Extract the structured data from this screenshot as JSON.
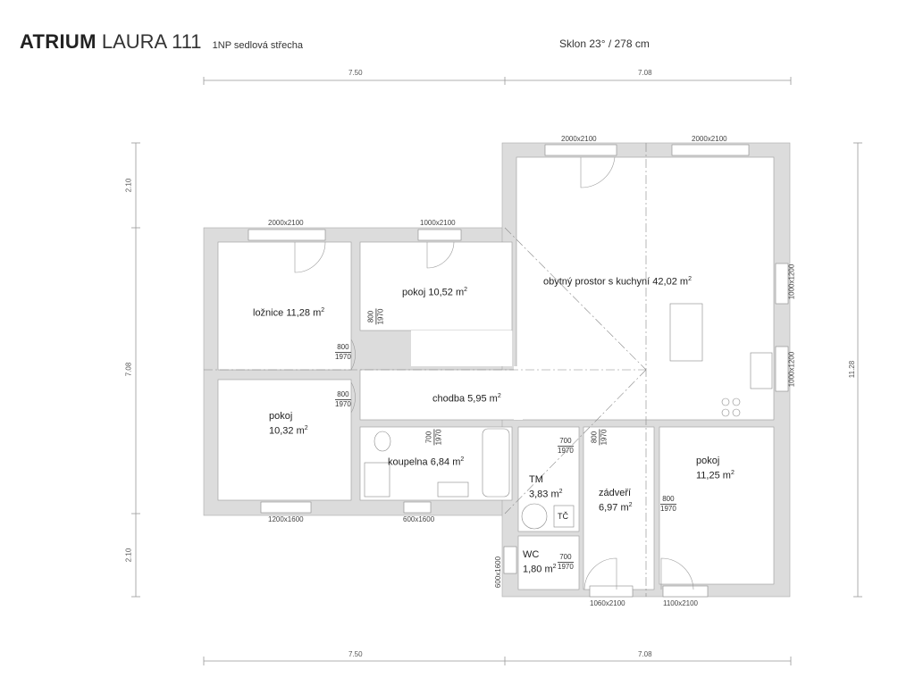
{
  "header": {
    "brand": "ATRIUM",
    "model": "LAURA 111",
    "subtitle": "1NP  sedlová střecha",
    "slope": "Sklon 23° / 278 cm"
  },
  "dimensions": {
    "top": [
      "7.50",
      "7.08"
    ],
    "bottom": [
      "7.50",
      "7.08"
    ],
    "left": [
      "2.10",
      "7.08",
      "2.10"
    ],
    "right": [
      "11.28"
    ]
  },
  "unit": "m",
  "exp": "2",
  "rooms": [
    {
      "name": "ložnice",
      "area": "11,28"
    },
    {
      "name": "pokoj",
      "area": "10,52"
    },
    {
      "name": "obytný prostor s kuchyní",
      "area": "42,02"
    },
    {
      "name": "chodba",
      "area": "5,95"
    },
    {
      "name": "pokoj",
      "area": "10,32"
    },
    {
      "name": "koupelna",
      "area": "6,84"
    },
    {
      "name": "TM",
      "area": "3,83"
    },
    {
      "name": "zádveří",
      "area": "6,97"
    },
    {
      "name": "pokoj",
      "area": "11,25"
    },
    {
      "name": "WC",
      "area": "1,80"
    }
  ],
  "windows": [
    "2000x2100",
    "2000x2100",
    "2000x2100",
    "1000x2100",
    "1000x1200",
    "1000x1200",
    "1200x1600",
    "600x1600",
    "1060x2100",
    "1100x2100",
    "600x1600"
  ],
  "doors": [
    {
      "w": "800",
      "h": "1970"
    },
    {
      "w": "800",
      "h": "1970"
    },
    {
      "w": "800",
      "h": "1970"
    },
    {
      "w": "700",
      "h": "1970"
    },
    {
      "w": "700",
      "h": "1970"
    },
    {
      "w": "800",
      "h": "1970"
    },
    {
      "w": "800",
      "h": "1970"
    },
    {
      "w": "700",
      "h": "1970"
    }
  ],
  "fixtures": {
    "heat_pump": "TČ"
  }
}
